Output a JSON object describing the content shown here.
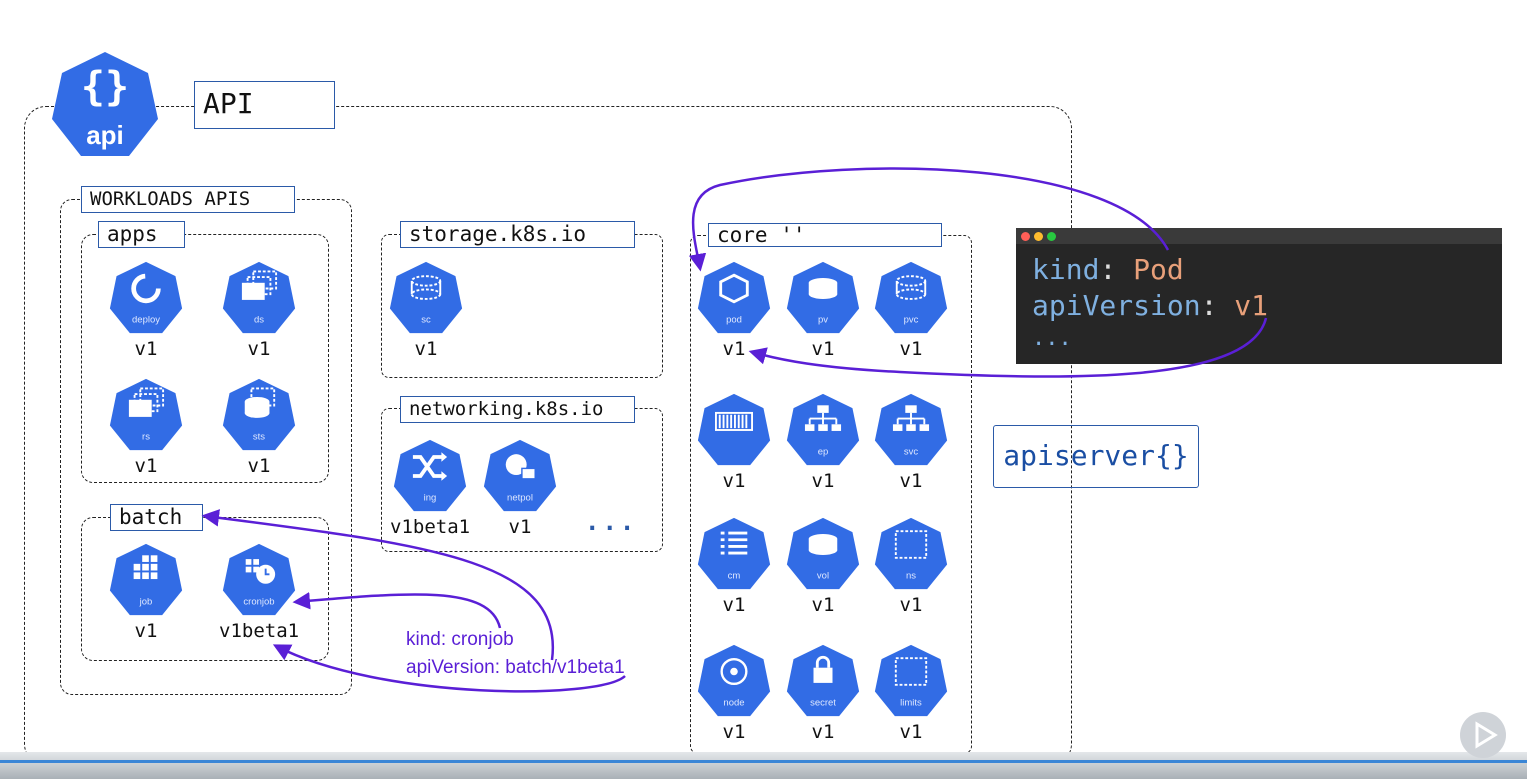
{
  "api_badge": {
    "glyph": "{}",
    "label": "api"
  },
  "api_title": "API",
  "workloads": {
    "title": "WORKLOADS APIS",
    "apps": {
      "title": "apps",
      "items": [
        {
          "icon": "deploy",
          "version": "v1"
        },
        {
          "icon": "ds",
          "version": "v1"
        },
        {
          "icon": "rs",
          "version": "v1"
        },
        {
          "icon": "sts",
          "version": "v1"
        }
      ]
    },
    "batch": {
      "title": "batch",
      "items": [
        {
          "icon": "job",
          "version": "v1"
        },
        {
          "icon": "cronjob",
          "version": "v1beta1"
        }
      ]
    }
  },
  "storage": {
    "title": "storage.k8s.io",
    "items": [
      {
        "icon": "sc",
        "version": "v1"
      }
    ]
  },
  "networking": {
    "title": "networking.k8s.io",
    "items": [
      {
        "icon": "ing",
        "version": "v1beta1"
      },
      {
        "icon": "netpol",
        "version": "v1"
      }
    ],
    "more": "..."
  },
  "core": {
    "title": "core ''",
    "items": [
      {
        "icon": "pod",
        "version": "v1"
      },
      {
        "icon": "pv",
        "version": "v1"
      },
      {
        "icon": "pvc",
        "version": "v1"
      },
      {
        "icon": "",
        "version": "v1"
      },
      {
        "icon": "ep",
        "version": "v1"
      },
      {
        "icon": "svc",
        "version": "v1"
      },
      {
        "icon": "cm",
        "version": "v1"
      },
      {
        "icon": "vol",
        "version": "v1"
      },
      {
        "icon": "ns",
        "version": "v1"
      },
      {
        "icon": "node",
        "version": "v1"
      },
      {
        "icon": "secret",
        "version": "v1"
      },
      {
        "icon": "limits",
        "version": "v1"
      }
    ]
  },
  "code": {
    "line1_key": "kind",
    "line1_val": "Pod",
    "line2_key": "apiVersion",
    "line2_val": "v1",
    "line3": "...",
    "colon": ":"
  },
  "note": {
    "line1": "kind: cronjob",
    "line2": "apiVersion: batch/v1beta1"
  },
  "apiserver": "apiserver{}",
  "colors": {
    "icon_blue": "#326ce5",
    "label_border": "#2b5aa8",
    "arrow": "#5a1fd6",
    "code_bg": "#262626"
  }
}
